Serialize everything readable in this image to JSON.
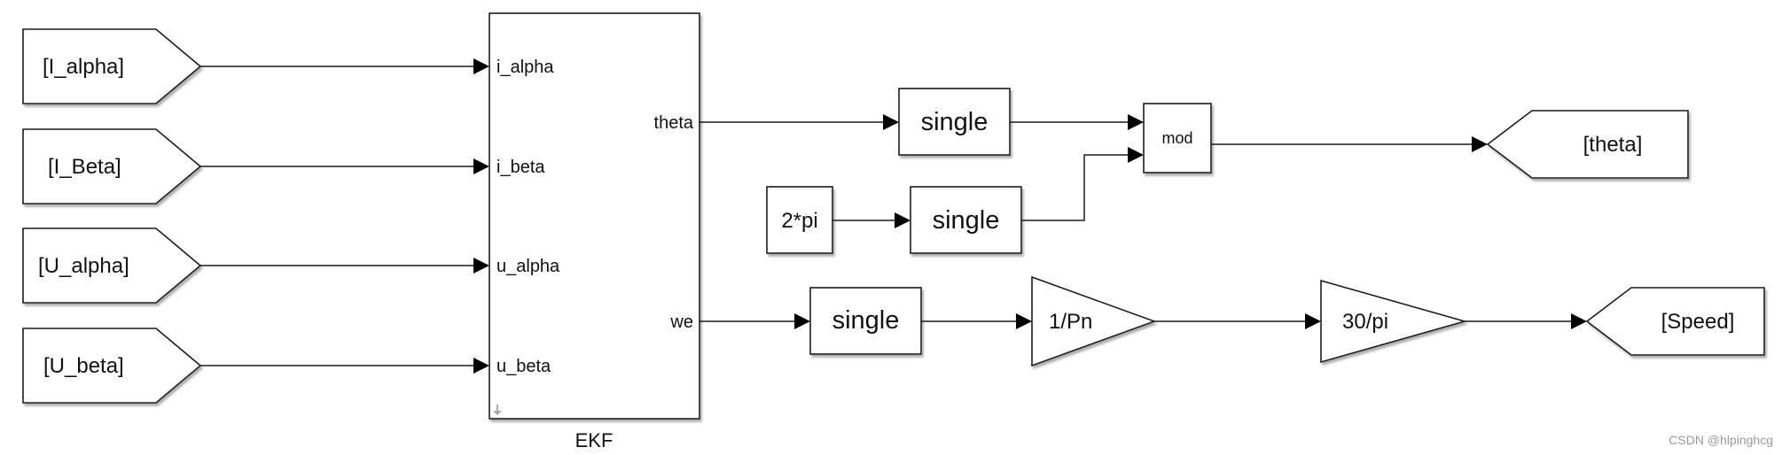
{
  "from_blocks": [
    {
      "tag": "[I_alpha]"
    },
    {
      "tag": "[I_Beta]"
    },
    {
      "tag": "[U_alpha]"
    },
    {
      "tag": "[U_beta]"
    }
  ],
  "ekf": {
    "name": "EKF",
    "inputs": [
      "i_alpha",
      "i_beta",
      "u_alpha",
      "u_beta"
    ],
    "outputs": [
      "theta",
      "we"
    ]
  },
  "convert_blocks": {
    "theta_single": "single",
    "const_single": "single",
    "we_single": "single"
  },
  "constant": {
    "value": "2*pi"
  },
  "mod_block": {
    "label": "mod"
  },
  "gains": {
    "gain1": "1/Pn",
    "gain2": "30/pi"
  },
  "goto_blocks": {
    "theta": "[theta]",
    "speed": "[Speed]"
  },
  "watermark": "CSDN @hlpinghcg"
}
